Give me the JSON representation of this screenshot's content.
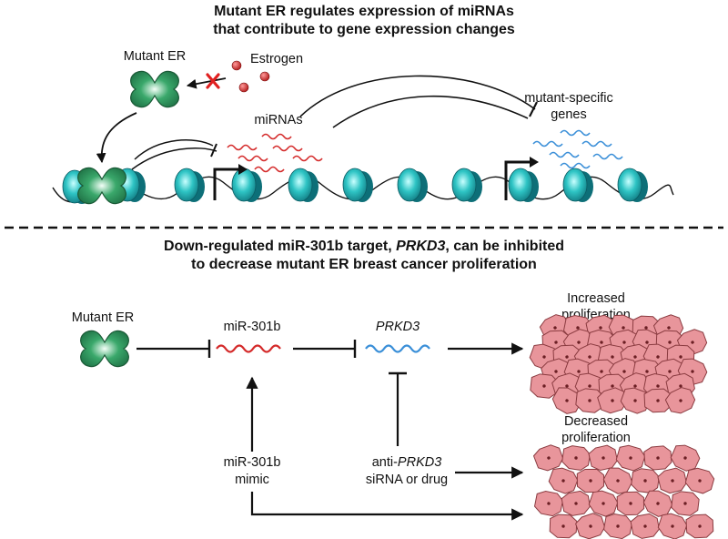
{
  "top_panel": {
    "title_line1": "Mutant ER regulates expression of miRNAs",
    "title_line2": "that contribute to gene expression changes",
    "mutant_er_label": "Mutant ER",
    "estrogen_label": "Estrogen",
    "mirnas_label": "miRNAs",
    "target_genes_line1": "mutant-specific",
    "target_genes_line2": "genes",
    "colors": {
      "mirna": "#d42a2a",
      "gene": "#3a8fd8",
      "receptor": "#3aa86b",
      "nucleosome": "#2ec4c4"
    }
  },
  "bottom_panel": {
    "title_line1_pre": "Down-regulated miR-301b target, ",
    "title_line1_gene": "PRKD3",
    "title_line1_post": ", can be inhibited",
    "title_line2": "to decrease mutant ER breast cancer proliferation",
    "mutant_er_label": "Mutant ER",
    "mir301b_label": "miR-301b",
    "prkd3_label": "PRKD3",
    "increased_line1": "Increased",
    "increased_line2": "proliferation",
    "decreased_line1": "Decreased",
    "decreased_line2": "proliferation",
    "mimic_line1": "miR-301b",
    "mimic_line2": "mimic",
    "anti_line1_pre": "anti-",
    "anti_line1_gene": "PRKD3",
    "anti_line2": "siRNA or drug",
    "colors": {
      "cell_fill": "#e8959b",
      "cell_stroke": "#8a3b40"
    }
  }
}
